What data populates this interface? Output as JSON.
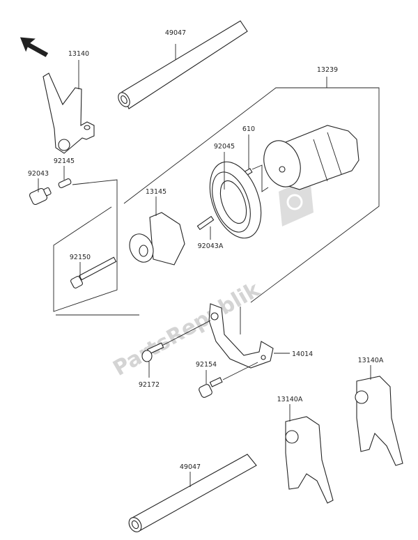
{
  "diagram": {
    "watermark": "PartsRepublik",
    "direction_arrow": "front-arrow-icon",
    "parts": [
      {
        "id": "shaft-top",
        "number": "49047"
      },
      {
        "id": "shift-fork",
        "number": "13140"
      },
      {
        "id": "drum-assembly",
        "number": "13239"
      },
      {
        "id": "pin",
        "number": "610"
      },
      {
        "id": "bearing",
        "number": "92045"
      },
      {
        "id": "spring",
        "number": "92145"
      },
      {
        "id": "pin-92043",
        "number": "92043"
      },
      {
        "id": "cam-segment",
        "number": "13145"
      },
      {
        "id": "pin-92043a",
        "number": "92043A"
      },
      {
        "id": "bolt-92150",
        "number": "92150"
      },
      {
        "id": "holder",
        "number": "14014"
      },
      {
        "id": "fork-a-right",
        "number": "13140A"
      },
      {
        "id": "bolt-92154",
        "number": "92154"
      },
      {
        "id": "screw-92172",
        "number": "92172"
      },
      {
        "id": "fork-a-left",
        "number": "13140A"
      },
      {
        "id": "shaft-bottom",
        "number": "49047"
      }
    ]
  }
}
